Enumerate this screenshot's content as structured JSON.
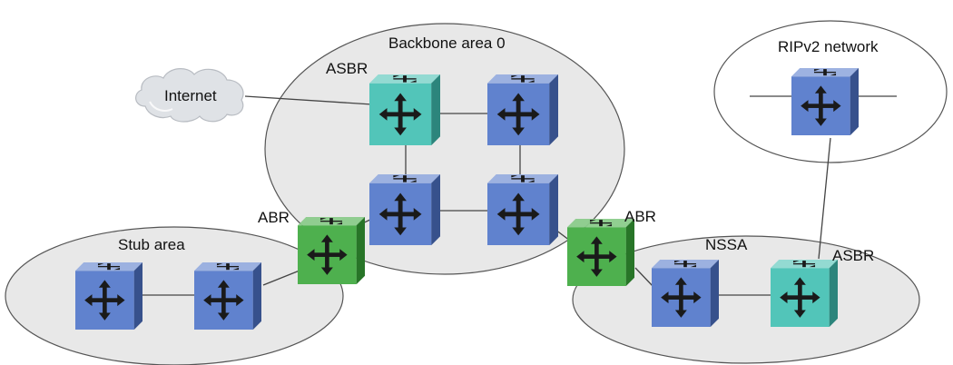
{
  "areas": {
    "backbone": "Backbone area 0",
    "rip": "RIPv2 network",
    "stub": "Stub area",
    "nssa": "NSSA"
  },
  "labels": {
    "internet": "Internet",
    "asbr_top": "ASBR",
    "abr_left": "ABR",
    "abr_right": "ABR",
    "asbr_right": "ASBR"
  },
  "colors": {
    "router_blue": "#4f74c9",
    "router_teal": "#3fbfb2",
    "router_green": "#3aa83a",
    "area_fill": "#e8e8e8"
  },
  "icons": {
    "router": "router-cube-icon",
    "cloud": "cloud-icon"
  }
}
